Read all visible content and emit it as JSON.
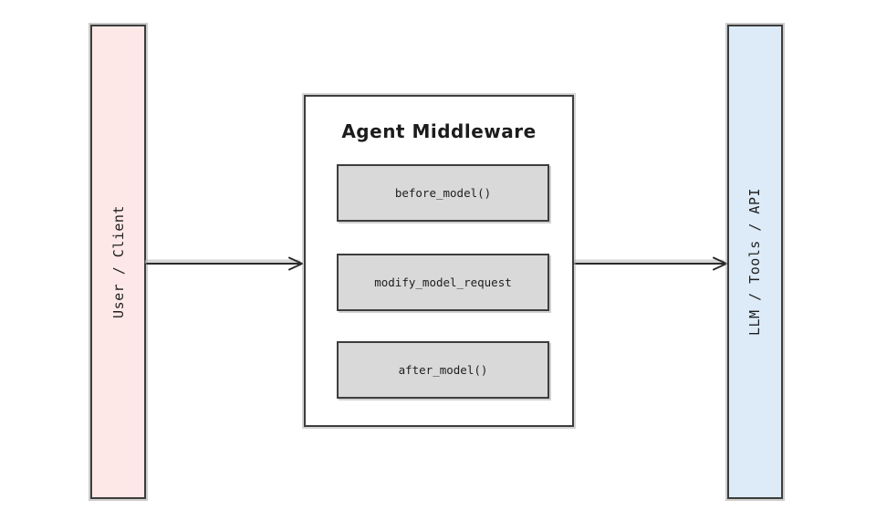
{
  "diagram": {
    "left_panel": {
      "label": "User / Client"
    },
    "middleware": {
      "title": "Agent Middleware",
      "hooks": [
        "before_model()",
        "modify_model_request",
        "after_model()"
      ]
    },
    "right_panel": {
      "label": "LLM / Tools / API"
    },
    "arrows": [
      {
        "name": "client-to-middleware",
        "direction": "right"
      },
      {
        "name": "middleware-to-llm",
        "direction": "right"
      }
    ],
    "colors": {
      "left_panel_fill": "#fde8e7",
      "right_panel_fill": "#ddebf8",
      "hook_fill": "#d9d9d9",
      "box_border": "#3d3d3d",
      "background": "#ffffff"
    }
  }
}
